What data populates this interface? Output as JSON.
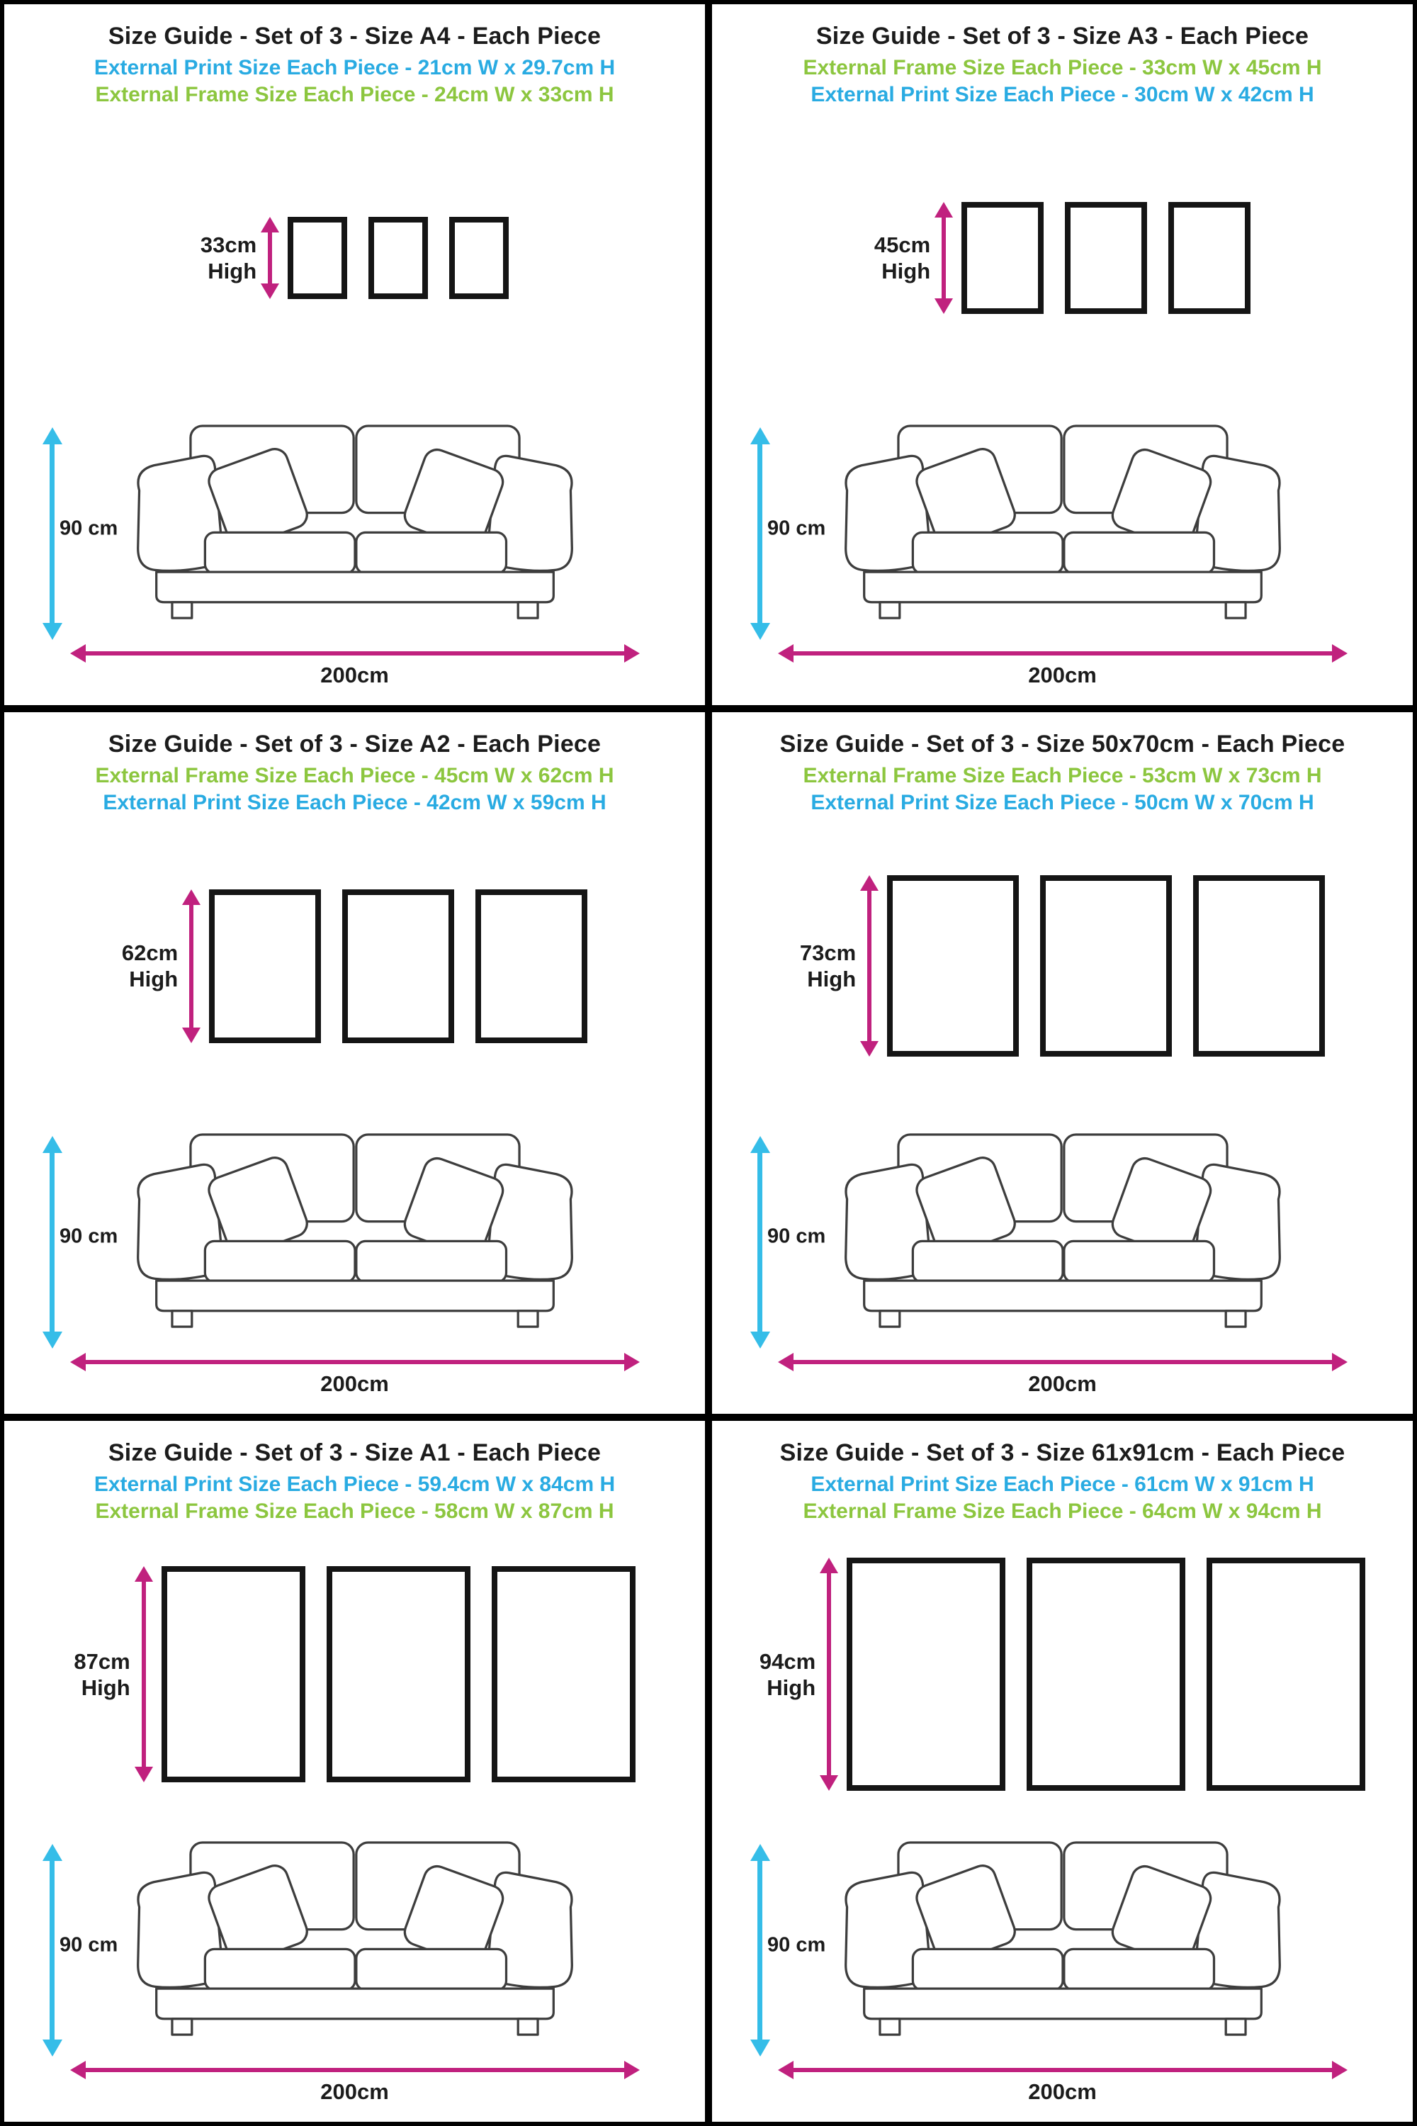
{
  "colors": {
    "subtitle_blue": "#29ABE2",
    "subtitle_green": "#8CC63F",
    "arrow_magenta": "#C0217E",
    "arrow_cyan": "#35BDE8"
  },
  "panels": [
    {
      "title": "Size Guide - Set of 3 - Size A4 - Each Piece",
      "lines": [
        {
          "text": "External Print Size Each Piece - 21cm W x 29.7cm H",
          "color": "blue"
        },
        {
          "text": "External Frame Size Each Piece - 24cm W x 33cm H",
          "color": "green"
        }
      ],
      "frame_height": "33cm",
      "high_word": "High",
      "sofa_height": "90 cm",
      "sofa_width": "200cm"
    },
    {
      "title": "Size Guide - Set of 3 - Size A3 - Each Piece",
      "lines": [
        {
          "text": "External Frame Size Each Piece - 33cm W x 45cm H",
          "color": "green"
        },
        {
          "text": "External Print Size Each Piece - 30cm W x 42cm H",
          "color": "blue"
        }
      ],
      "frame_height": "45cm",
      "high_word": "High",
      "sofa_height": "90 cm",
      "sofa_width": "200cm"
    },
    {
      "title": "Size Guide - Set of 3 - Size A2 - Each Piece",
      "lines": [
        {
          "text": "External Frame Size Each Piece - 45cm W x 62cm H",
          "color": "green"
        },
        {
          "text": "External Print Size Each Piece - 42cm W x 59cm H",
          "color": "blue"
        }
      ],
      "frame_height": "62cm",
      "high_word": "High",
      "sofa_height": "90 cm",
      "sofa_width": "200cm"
    },
    {
      "title": "Size Guide - Set of 3 - Size 50x70cm - Each Piece",
      "lines": [
        {
          "text": "External Frame Size Each Piece - 53cm W x 73cm H",
          "color": "green"
        },
        {
          "text": "External Print Size Each Piece - 50cm W x 70cm H",
          "color": "blue"
        }
      ],
      "frame_height": "73cm",
      "high_word": "High",
      "sofa_height": "90 cm",
      "sofa_width": "200cm"
    },
    {
      "title": "Size Guide - Set of 3 - Size A1 - Each Piece",
      "lines": [
        {
          "text": "External Print Size Each Piece - 59.4cm W x 84cm H",
          "color": "blue"
        },
        {
          "text": "External Frame Size Each Piece - 58cm W x 87cm H",
          "color": "green"
        }
      ],
      "frame_height": "87cm",
      "high_word": "High",
      "sofa_height": "90 cm",
      "sofa_width": "200cm"
    },
    {
      "title": "Size Guide - Set of 3 - Size 61x91cm - Each Piece",
      "lines": [
        {
          "text": "External Print Size Each Piece - 61cm W x 91cm H",
          "color": "blue"
        },
        {
          "text": "External Frame Size Each Piece - 64cm W x 94cm H",
          "color": "green"
        }
      ],
      "frame_height": "94cm",
      "high_word": "High",
      "sofa_height": "90 cm",
      "sofa_width": "200cm"
    }
  ]
}
